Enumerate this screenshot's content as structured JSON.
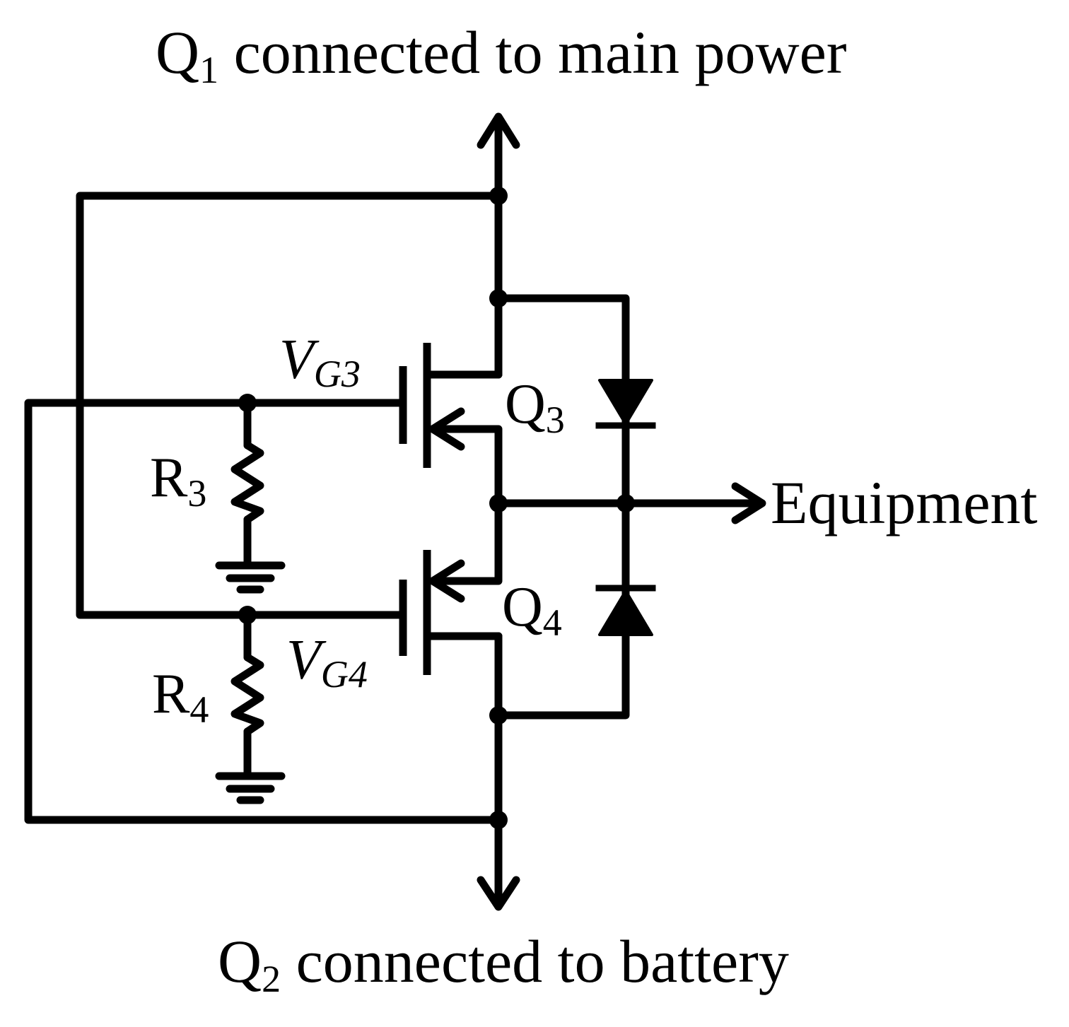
{
  "labels": {
    "top": {
      "sym": "Q",
      "sub": "1",
      "text": " connected to main power"
    },
    "bottom": {
      "sym": "Q",
      "sub": "2",
      "text": " connected to battery"
    },
    "q3": {
      "sym": "Q",
      "sub": "3"
    },
    "q4": {
      "sym": "Q",
      "sub": "4"
    },
    "r3": {
      "sym": "R",
      "sub": "3"
    },
    "r4": {
      "sym": "R",
      "sub": "4"
    },
    "vg3": {
      "sym": "V",
      "sub": "G3"
    },
    "vg4": {
      "sym": "V",
      "sub": "G4"
    },
    "output": "Equipment"
  },
  "colors": {
    "ink": "#000000",
    "background": "#ffffff"
  }
}
